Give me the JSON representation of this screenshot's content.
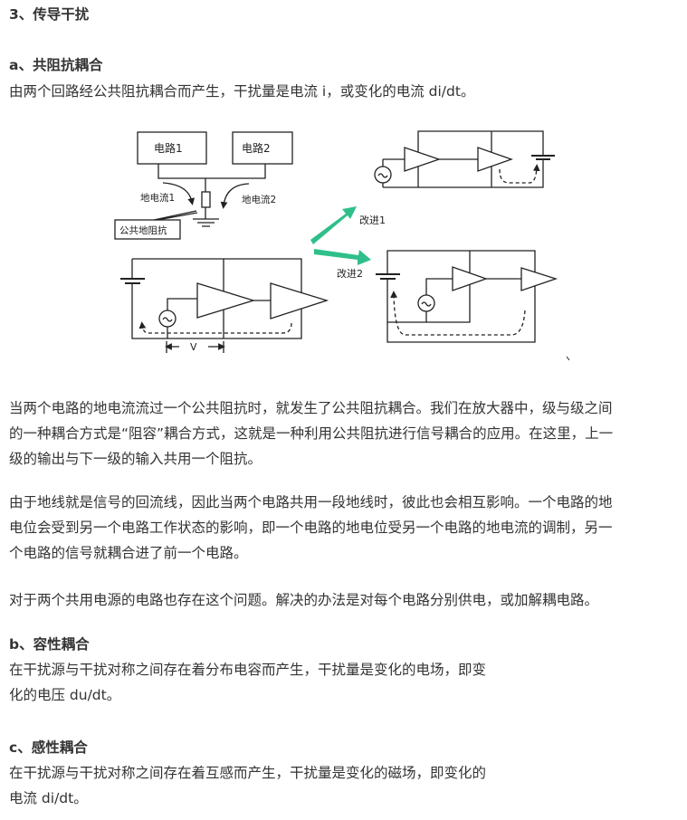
{
  "section_title": "3、传导干扰",
  "a": {
    "heading": "a、共阻抗耦合",
    "intro": "由两个回路经公共阻抗耦合而产生，干扰量是电流 i，或变化的电流 di/dt。",
    "diagram": {
      "circuit1": "电路1",
      "circuit2": "电路2",
      "ground_current1": "地电流1",
      "ground_current2": "地电流2",
      "common_ground_impedance": "公共地阻抗",
      "improve1": "改进1",
      "improve2": "改进2",
      "voltage_label": "V",
      "arrow_color": "#2fbf8a"
    },
    "para1": [
      "当两个电路的地电流流过一个公共阻抗时，就发生了公共阻抗耦合。我们在放大器中，级与级之间",
      "的一种耦合方式是“阻容”耦合方式，这就是一种利用公共阻抗进行信号耦合的应用。在这里，上一",
      "级的输出与下一级的输入共用一个阻抗。"
    ],
    "para2": [
      "由于地线就是信号的回流线，因此当两个电路共用一段地线时，彼此也会相互影响。一个电路的地",
      "电位会受到另一个电路工作状态的影响，即一个电路的地电位受另一个电路的地电流的调制，另一",
      "个电路的信号就耦合进了前一个电路。"
    ],
    "para3": [
      "对于两个共用电源的电路也存在这个问题。解决的办法是对每个电路分别供电，或加解耦电路。"
    ]
  },
  "b": {
    "heading": "b、容性耦合",
    "lines": [
      "在干扰源与干扰对称之间存在着分布电容而产生，干扰量是变化的电场，即变",
      "化的电压 du/dt。"
    ]
  },
  "c": {
    "heading": "c、感性耦合",
    "lines": [
      "在干扰源与干扰对称之间存在着互感而产生，干扰量是变化的磁场，即变化的",
      "电流 di/dt。"
    ]
  }
}
